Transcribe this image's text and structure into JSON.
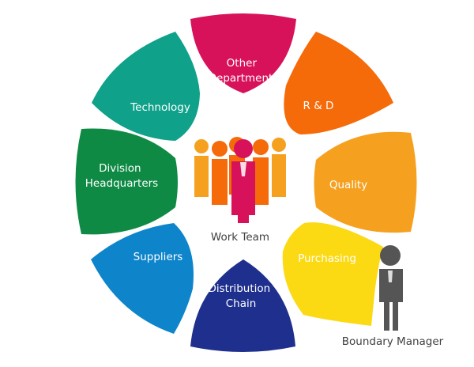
{
  "petals": [
    {
      "id": "other-departments",
      "lines": [
        "Other",
        "Departments"
      ],
      "color": "#D7125A"
    },
    {
      "id": "r-and-d",
      "lines": [
        "R & D"
      ],
      "color": "#F56A09"
    },
    {
      "id": "quality",
      "lines": [
        "Quality"
      ],
      "color": "#F5A11F"
    },
    {
      "id": "purchasing",
      "lines": [
        "Purchasing"
      ],
      "color": "#FBD913"
    },
    {
      "id": "distribution-chain",
      "lines": [
        "Distribution",
        "Chain"
      ],
      "color": "#1E2F8E"
    },
    {
      "id": "suppliers",
      "lines": [
        "Suppliers"
      ],
      "color": "#0E84CB"
    },
    {
      "id": "division-headquarters",
      "lines": [
        "Division",
        "Headquarters"
      ],
      "color": "#0E8A44"
    },
    {
      "id": "technology",
      "lines": [
        "Technology"
      ],
      "color": "#0FA18A"
    }
  ],
  "center": {
    "label": "Work Team",
    "colors": {
      "front": "#D7125A",
      "middle": "#F56A09",
      "back": "#F5A11F"
    }
  },
  "boundary": {
    "label": "Boundary Manager",
    "color": "#555555"
  }
}
